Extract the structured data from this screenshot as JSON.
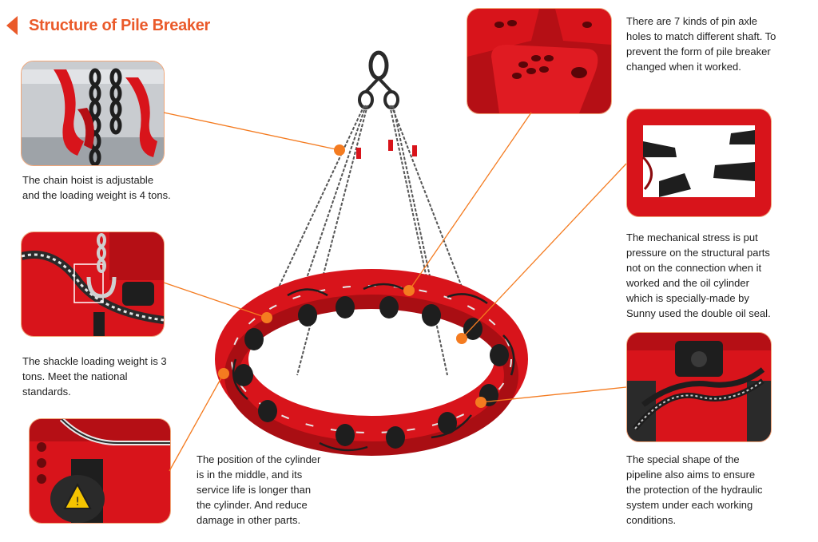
{
  "header": {
    "title": "Structure of Pile Breaker"
  },
  "callouts": [
    {
      "id": "chain-hoist",
      "text_lines": [
        "The chain hoist is adjustable",
        "and the loading weight is 4 tons."
      ]
    },
    {
      "id": "shackle",
      "text_lines": [
        "The shackle loading weight is 3",
        "tons. Meet the national",
        "standards."
      ]
    },
    {
      "id": "cylinder-position",
      "text_lines": [
        "The position of the cylinder",
        "is in the middle, and its",
        "service life is longer than",
        "the cylinder. And reduce",
        "damage in other parts."
      ]
    },
    {
      "id": "pin-axle",
      "text_lines": [
        "There are 7 kinds of pin axle",
        "holes to match different shaft. To",
        "prevent the form of pile breaker",
        "changed when it worked."
      ]
    },
    {
      "id": "mechanical-stress",
      "text_lines": [
        "The mechanical stress is put",
        "pressure on the structural parts",
        "not on the connection when it",
        "worked and the oil cylinder",
        "which is specially-made by",
        "Sunny used the double oil seal."
      ]
    },
    {
      "id": "pipeline",
      "text_lines": [
        "The special shape of the",
        "pipeline also aims to ensure",
        "the protection of the hydraulic",
        "system under each working",
        "conditions."
      ]
    }
  ],
  "colors": {
    "accent": "#ea5a2a",
    "marker": "#f47b20",
    "machine_red": "#d8141b",
    "photo_border": "#f0a679"
  }
}
